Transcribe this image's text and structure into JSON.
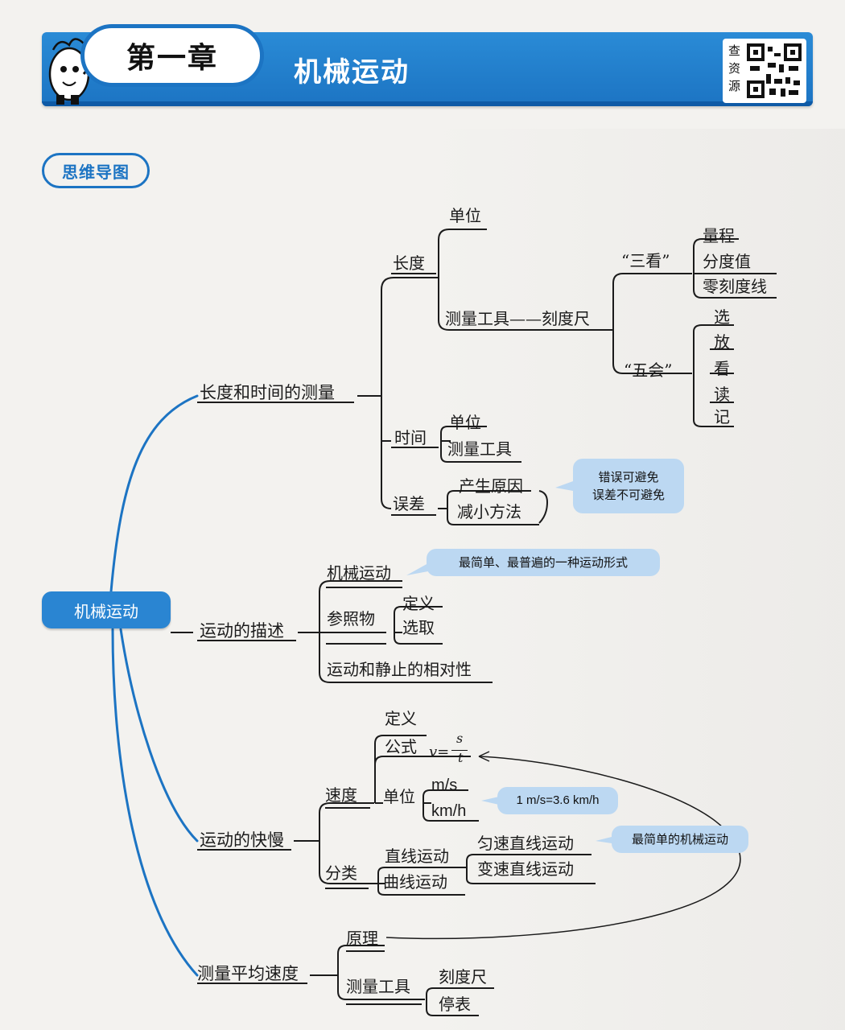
{
  "header": {
    "chapter": "第一章",
    "title": "机械运动",
    "resource_label": [
      "查",
      "资",
      "源"
    ]
  },
  "section_badge": "思维导图",
  "center": "机械运动",
  "measurement": {
    "title": "长度和时间的测量",
    "length": "长度",
    "length_unit": "单位",
    "length_tool": "测量工具——刻度尺",
    "three_look": "“三看”",
    "three_look_items": [
      "量程",
      "分度值",
      "零刻度线"
    ],
    "five_skills": "“五会”",
    "five_skills_items": [
      "选",
      "放",
      "看",
      "读",
      "记"
    ],
    "time": "时间",
    "time_unit": "单位",
    "time_tool": "测量工具",
    "error": "误差",
    "error_cause": "产生原因",
    "error_reduce": "减小方法",
    "error_note": [
      "错误可避免",
      "误差不可避免"
    ]
  },
  "description": {
    "title": "运动的描述",
    "mechanical": "机械运动",
    "mechanical_note": "最简单、最普遍的一种运动形式",
    "reference": "参照物",
    "ref_def": "定义",
    "ref_select": "选取",
    "relativity": "运动和静止的相对性"
  },
  "speed_topic": {
    "title": "运动的快慢",
    "speed": "速度",
    "def": "定义",
    "formula": "公式",
    "formula_v": "v=",
    "formula_s": "s",
    "formula_t": "t",
    "unit": "单位",
    "unit_ms": "m/s",
    "unit_kmh": "km/h",
    "unit_note": "1 m/s=3.6 km/h",
    "class": "分类",
    "straight": "直线运动",
    "curve": "曲线运动",
    "uniform": "匀速直线运动",
    "variable": "变速直线运动",
    "uniform_note": "最简单的机械运动"
  },
  "avg_speed": {
    "title": "测量平均速度",
    "principle": "原理",
    "tool": "测量工具",
    "ruler": "刻度尺",
    "stopwatch": "停表"
  },
  "colors": {
    "brand_blue": "#1c74c3",
    "note_blue": "#bcd8f2"
  }
}
